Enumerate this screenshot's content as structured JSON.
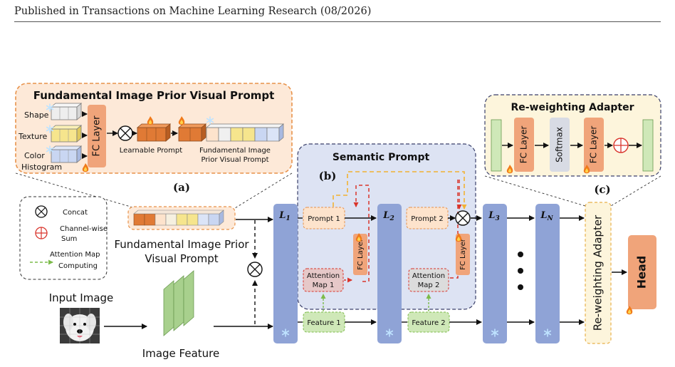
{
  "header": {
    "running_head": "Published in Transactions on Machine Learning Research (08/2026)"
  },
  "figure": {
    "panel_a": {
      "title": "Fundamental Image Prior Visual Prompt",
      "tag": "(a)",
      "inputs": [
        "Shape",
        "Texture",
        "Color",
        "Histogram"
      ],
      "fc_label": "FC Layer",
      "learnable_label": "Learnable Prompt",
      "output_label_line1": "Fundamental Image",
      "output_label_line2": "Prior Visual Prompt"
    },
    "legend": {
      "concat": "Concat",
      "sum_line1": "Channel-wise",
      "sum_line2": "Sum",
      "attn_line1": "Attention Map",
      "attn_line2": "Computing"
    },
    "left": {
      "prior_label_line1": "Fundamental Image Prior",
      "prior_label_line2": "Visual Prompt",
      "input_image": "Input Image",
      "image_feature": "Image Feature"
    },
    "panel_b": {
      "title": "Semantic Prompt",
      "tag": "(b)",
      "prompt1": "Prompt 1",
      "prompt2": "Prompt 2",
      "fc_label": "FC Layer",
      "attn1_line1": "Attention",
      "attn1_line2": "Map 1",
      "attn2_line1": "Attention",
      "attn2_line2": "Map 2",
      "feature1": "Feature 1",
      "feature2": "Feature 2"
    },
    "layers": {
      "l1": "L",
      "l1_sub": "1",
      "l2": "L",
      "l2_sub": "2",
      "l3": "L",
      "l3_sub": "3",
      "ln": "L",
      "ln_sub": "N"
    },
    "panel_c": {
      "title": "Re-weighting Adapter",
      "tag": "(c)",
      "fc_label": "FC Layer",
      "softmax": "Softmax"
    },
    "right": {
      "adapter": "Re-weighting Adapter",
      "head": "Head"
    },
    "colors": {
      "prior_panel_bg": "#fde9d8",
      "prior_panel_border": "#e8924a",
      "semantic_panel_bg": "#dde3f3",
      "adapter_panel_bg": "#fdf5dc",
      "layer_blue": "#8fa3d6",
      "fc_orange": "#f0a47a",
      "feature_green": "#cfe8b8",
      "prompt_peach": "#fde3cc",
      "attn_red": "#d9342b",
      "route_yellow": "#f2b233"
    }
  }
}
